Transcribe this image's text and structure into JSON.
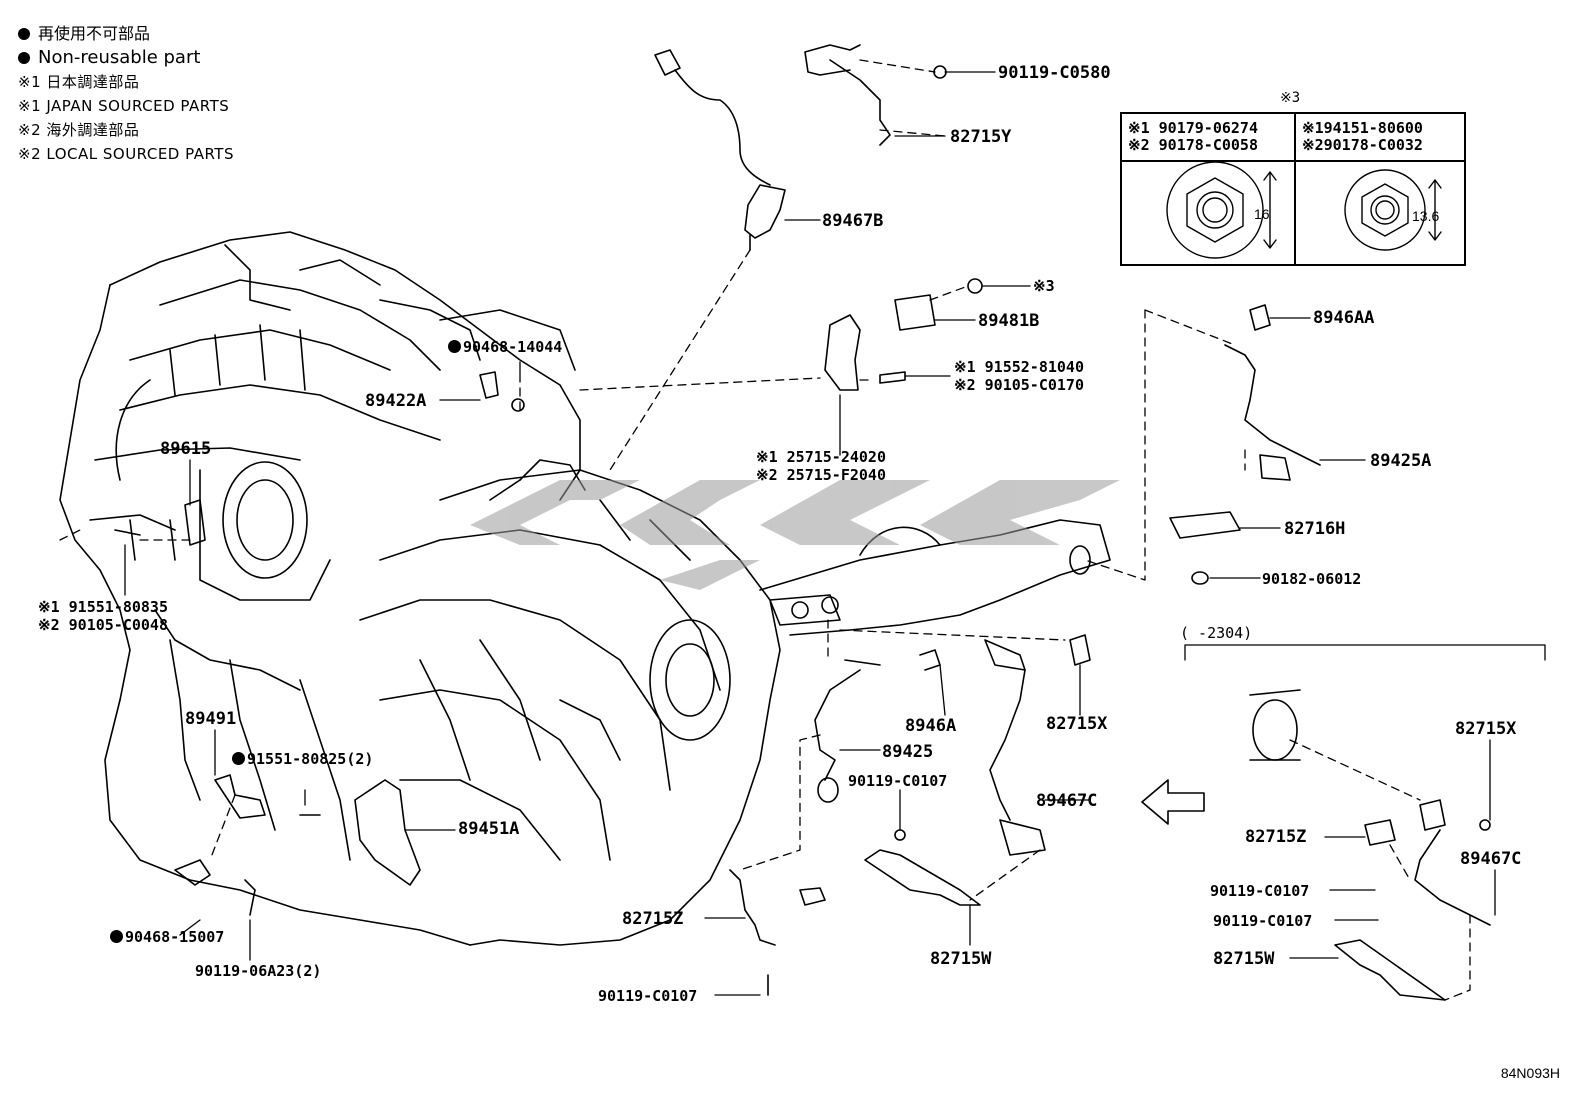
{
  "legend": {
    "non_reusable_jp": "再使用不可部品",
    "non_reusable_en": "Non-reusable part",
    "note1_jp": "※1 日本調達部品",
    "note1_en": "※1 JAPAN SOURCED PARTS",
    "note2_jp": "※2 海外調達部品",
    "note2_en": "※2 LOCAL SOURCED PARTS"
  },
  "nut_table": {
    "header": "※3",
    "col1_line1": "※1 90179-06274",
    "col1_line2": "※2 90178-C0058",
    "col1_dim": "16",
    "col2_line1": "※194151-80600",
    "col2_line2": "※290178-C0032",
    "col2_dim": "13.6"
  },
  "range_label": "(      -2304)",
  "drawing_code": "84N093H",
  "labels": {
    "p90119_C0580": "90119-C0580",
    "p82715Y": "82715Y",
    "p89467B": "89467B",
    "ref3": "※3",
    "p89481B": "89481B",
    "p8946AA": "8946AA",
    "p91552_81040": "※1 91552-81040",
    "p90105_C0170": "※2 90105-C0170",
    "p90468_14044": "90468-14044",
    "p89422A": "89422A",
    "p25715_24020": "※1 25715-24020",
    "p25715_F2040": "※2 25715-F2040",
    "p89425A": "89425A",
    "p82716H": "82716H",
    "p90182_06012": "90182-06012",
    "p89615": "89615",
    "p91551_80835": "※1 91551-80835",
    "p90105_C0048": "※2 90105-C0048",
    "p89491": "89491",
    "p91551_80825": "91551-80825(2)",
    "p89451A": "89451A",
    "p90468_15007": "90468-15007",
    "p90119_06A23": "90119-06A23(2)",
    "p8946A": "8946A",
    "p82715X_main": "82715X",
    "p89425": "89425",
    "p90119_C0107_a": "90119-C0107",
    "p89467C_main": "89467C",
    "p82715Z_main": "82715Z",
    "p90119_C0107_b": "90119-C0107",
    "p82715W_main": "82715W",
    "p82715X_inset": "82715X",
    "p82715Z_inset": "82715Z",
    "p89467C_inset": "89467C",
    "p90119_C0107_c": "90119-C0107",
    "p90119_C0107_d": "90119-C0107",
    "p82715W_inset": "82715W"
  }
}
